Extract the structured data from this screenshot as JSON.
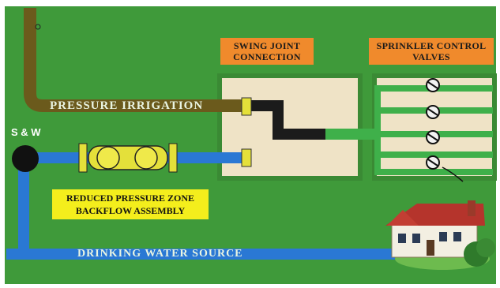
{
  "labels": {
    "swing_joint": "SWING JOINT CONNECTION",
    "sprinkler_valves": "SPRINKLER CONTROL VALVES",
    "pressure_irrigation": "PRESSURE IRRIGATION",
    "source": "S & W",
    "backflow": "REDUCED PRESSURE ZONE BACKFLOW ASSEMBLY",
    "drinking_water": "DRINKING WATER SOURCE"
  },
  "colors": {
    "background": "#3f9a3a",
    "irrigation_pipe": "#6b5a1c",
    "water_pipe": "#2a78d4",
    "sprinkler_pipe": "#3fb04a",
    "box_fill": "#efe3c6",
    "label_orange": "#f08a2c",
    "label_yellow": "#f4ee1c"
  },
  "icons": [
    "backflow-assembly",
    "valve-icon",
    "house-icon",
    "meter-icon"
  ]
}
